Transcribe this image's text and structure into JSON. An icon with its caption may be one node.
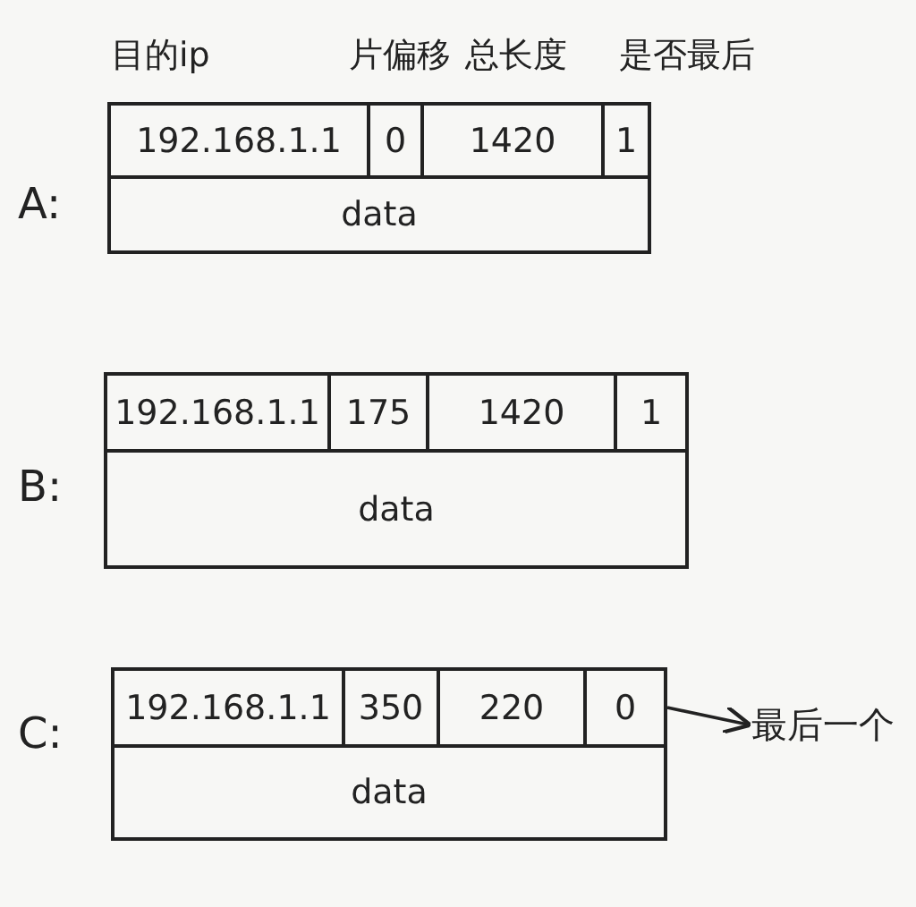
{
  "diagram": {
    "nodes": [
      {
        "text": [
          "192.168.1.1"
        ]
      },
      {
        "text": [
          "0"
        ]
      },
      {
        "text": [
          "1420"
        ]
      },
      {
        "text": [
          "1"
        ]
      },
      {
        "text": [
          "data"
        ]
      },
      {
        "text": [
          "192.168.1.1"
        ]
      },
      {
        "text": [
          "175"
        ]
      },
      {
        "text": [
          "1420"
        ]
      },
      {
        "text": [
          "1"
        ]
      },
      {
        "text": [
          "data"
        ]
      },
      {
        "text": [
          "192.168.1.1"
        ]
      },
      {
        "text": [
          "350"
        ]
      },
      {
        "text": [
          "220"
        ]
      },
      {
        "text": [
          "0"
        ]
      },
      {
        "text": [
          "data"
        ]
      },
      {
        "text": [
          "最后一个"
        ]
      }
    ],
    "edges": [
      {
        "from": 13,
        "to": 15,
        "arrow": "to"
      }
    ],
    "labels": [
      "目的ip",
      "片偏移",
      "总长度",
      "是否最后",
      "A:",
      "B:",
      "C:"
    ]
  }
}
